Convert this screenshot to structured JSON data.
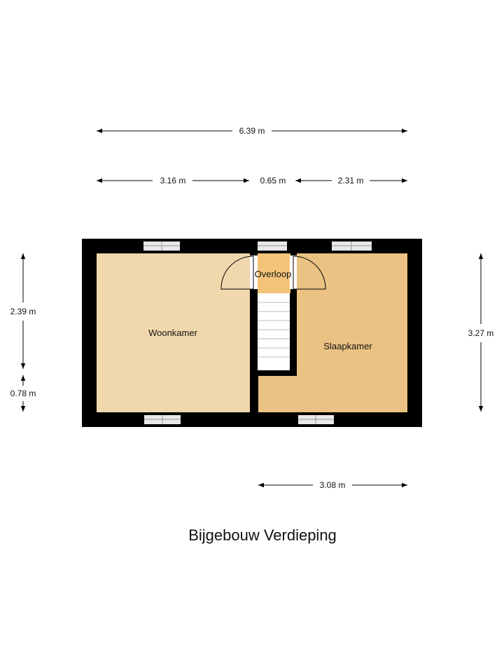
{
  "title": "Bijgebouw Verdieping",
  "rooms": {
    "woonkamer": "Woonkamer",
    "overloop": "Overloop",
    "slaapkamer": "Slaapkamer"
  },
  "dimensions": {
    "top_total": "6.39 m",
    "top_left": "3.16 m",
    "top_middle": "0.65 m",
    "top_right": "2.31 m",
    "left_upper": "2.39 m",
    "left_lower": "0.78 m",
    "right": "3.27 m",
    "bottom": "3.08 m"
  },
  "colors": {
    "wall": "#000000",
    "woonkamer_fill": "#f0d8ac",
    "overloop_fill": "#f4c37a",
    "slaapkamer_fill": "#ebc283",
    "window": "#e8e8e8",
    "stairs": "#ffffff"
  }
}
